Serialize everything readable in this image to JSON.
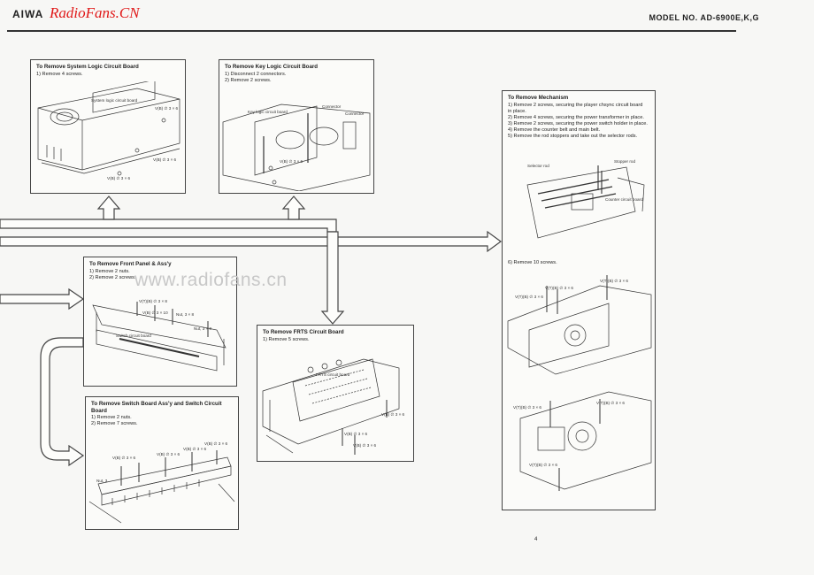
{
  "header": {
    "brand": "AIWA",
    "site": "RadioFans.CN",
    "model": "MODEL NO. AD-6900E,K,G"
  },
  "watermark": "www.radiofans.cn",
  "panels": {
    "system_logic": {
      "title": "To Remove System Logic Circuit Board",
      "steps": [
        "1)  Remove 4 screws."
      ],
      "labels": [
        "System logic circuit board",
        "V(B) ∅ 3 × 6",
        "V(B) ∅ 3 × 6",
        "V(B) ∅ 3 × 6"
      ]
    },
    "key_logic": {
      "title": "To Remove Key Logic Circuit Board",
      "steps": [
        "1)  Disconnect 2 connectors.",
        "2)  Remove 2 screws."
      ],
      "labels": [
        "Key logic circuit board",
        "Connector",
        "Connector",
        "V(B) ∅ 3 × 6"
      ]
    },
    "mechanism": {
      "title": "To Remove Mechanism",
      "steps": [
        "1)  Remove 2 screws, securing the player chsync circuit board",
        "      in place.",
        "2)  Remove 4 screws, securing the power transformer in place.",
        "3)  Remove 2 screws, securing the power switch holder in place.",
        "4)  Remove the counter belt and main belt.",
        "5)  Remove the rod stoppers and take out the selector rods."
      ],
      "step6": "6)  Remove 10 screws.",
      "labels": [
        "Selector rod",
        "Stopper rod",
        "Counter circuit board",
        "V(T)(B) ∅ 3 × 6",
        "V(T)(B) ∅ 3 × 6",
        "V(T)(B) ∅ 3 × 6",
        "V(T)(B) ∅ 3 × 6",
        "V(T)(B) ∅ 3 × 6",
        "V(T)(B) ∅ 3 × 6"
      ]
    },
    "front_panel": {
      "title": "To Remove Front Panel & Ass'y",
      "steps": [
        "1)  Remove 2 nuts.",
        "2)  Remove 2 screws."
      ],
      "labels": [
        "V(T)(B) ∅ 3 × 8",
        "V(B) ∅ 3 × 10",
        "Nut, 3 × 8",
        "Nut, 3 × 8",
        "Switch circuit board"
      ]
    },
    "frts": {
      "title": "To Remove FRTS Circuit Board",
      "steps": [
        "1)  Remove 5 screws."
      ],
      "labels": [
        "FRTS circuit board",
        "V(B) ∅ 3 × 6",
        "V(B) ∅ 3 × 6",
        "V(B) ∅ 3 × 6"
      ]
    },
    "switch_board": {
      "title": "To Remove Switch Board Ass'y and Switch Circuit Board",
      "steps": [
        "1)  Remove 2 nuts.",
        "2)  Remove 7 screws."
      ],
      "labels": [
        "V(B) ∅ 3 × 6",
        "V(B) ∅ 3 × 6",
        "V(B) ∅ 3 × 6",
        "V(B) ∅ 3 × 6",
        "Nut, 3"
      ]
    }
  },
  "page_number": "4"
}
